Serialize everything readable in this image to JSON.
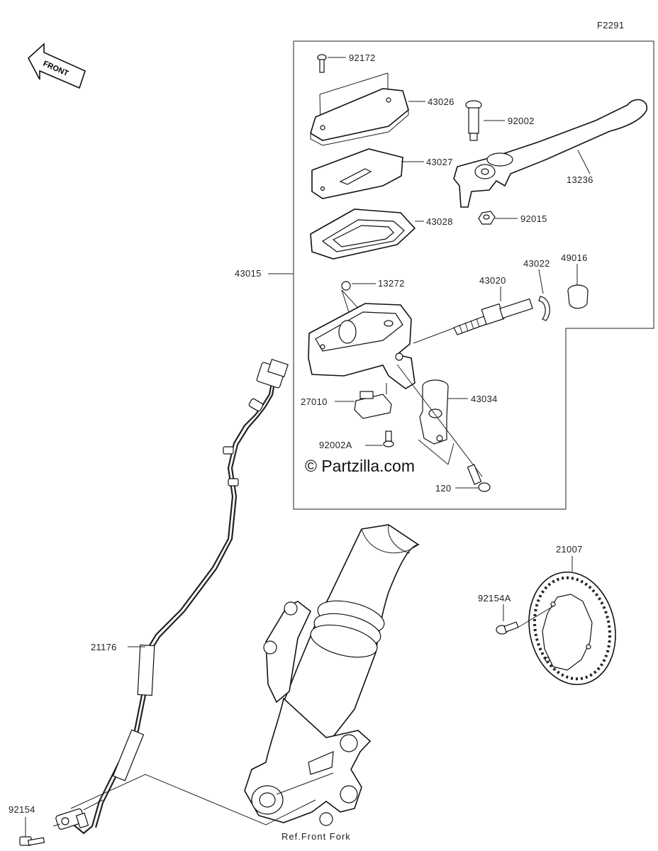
{
  "figure_code": "F2291",
  "front_label": "FRONT",
  "watermark": "© Partzilla.com",
  "reference_note": "Ref.Front Fork",
  "parts": {
    "p92172": "92172",
    "p43026": "43026",
    "p92002": "92002",
    "p43027": "43027",
    "p13236": "13236",
    "p43028": "43028",
    "p92015": "92015",
    "p43015": "43015",
    "p13272": "13272",
    "p43020": "43020",
    "p43022": "43022",
    "p49016": "49016",
    "p27010": "27010",
    "p43034": "43034",
    "p92002A": "92002A",
    "p120": "120",
    "p21007": "21007",
    "p92154A": "92154A",
    "p21176": "21176",
    "p92154": "92154"
  }
}
